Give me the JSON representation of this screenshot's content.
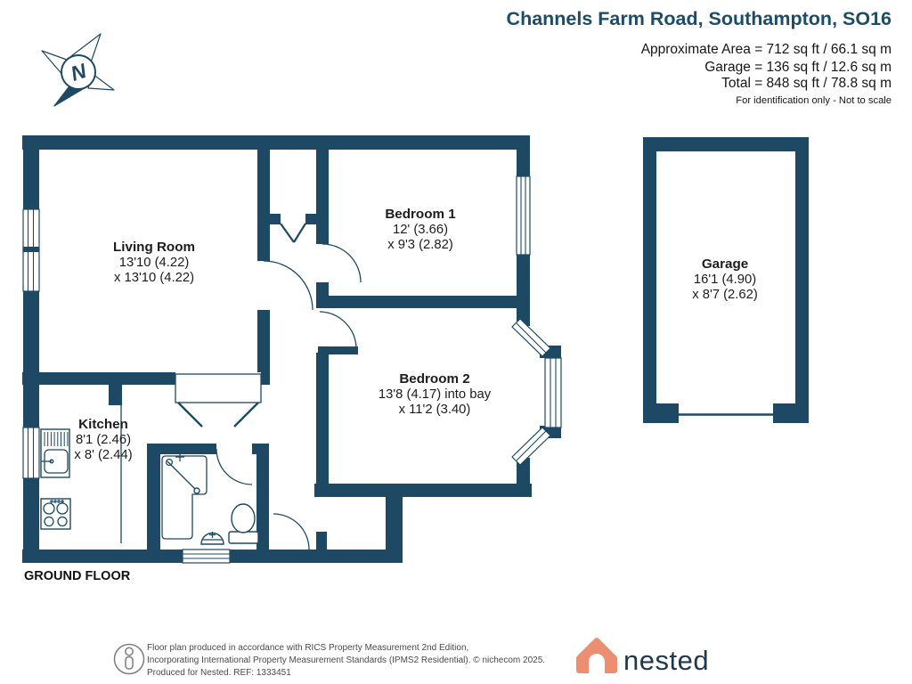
{
  "header": {
    "title": "Channels Farm Road, Southampton, SO16",
    "area_line1": "Approximate Area = 712 sq ft / 66.1 sq m",
    "area_line2": "Garage = 136 sq ft / 12.6 sq m",
    "area_line3": "Total = 848 sq ft / 78.8 sq m",
    "disclaimer": "For identification only - Not to scale"
  },
  "compass": {
    "north_letter": "N"
  },
  "floor_label": "GROUND FLOOR",
  "rooms": {
    "living_room": {
      "name": "Living Room",
      "dim_line1": "13'10 (4.22)",
      "dim_line2": "x 13'10 (4.22)"
    },
    "bedroom1": {
      "name": "Bedroom 1",
      "dim_line1": "12' (3.66)",
      "dim_line2": "x 9'3 (2.82)"
    },
    "bedroom2": {
      "name": "Bedroom 2",
      "dim_line1": "13'8 (4.17) into bay",
      "dim_line2": "x 11'2 (3.40)"
    },
    "kitchen": {
      "name": "Kitchen",
      "dim_line1": "8'1 (2.46)",
      "dim_line2": "x 8' (2.44)"
    },
    "garage": {
      "name": "Garage",
      "dim_line1": "16'1 (4.90)",
      "dim_line2": "x 8'7 (2.62)"
    }
  },
  "footer": {
    "line1": "Floor plan produced in accordance with RICS Property Measurement 2nd Edition,",
    "line2": "Incorporating International Property Measurement Standards (IPMS2 Residential).   © nichecom 2025.",
    "line3": "Produced for Nested.  REF:  1333451",
    "brand_name": "nested"
  },
  "colors": {
    "wall_navy": "#1e4965",
    "title_navy": "#1d4d66",
    "brand_orange": "#eb8e71"
  }
}
